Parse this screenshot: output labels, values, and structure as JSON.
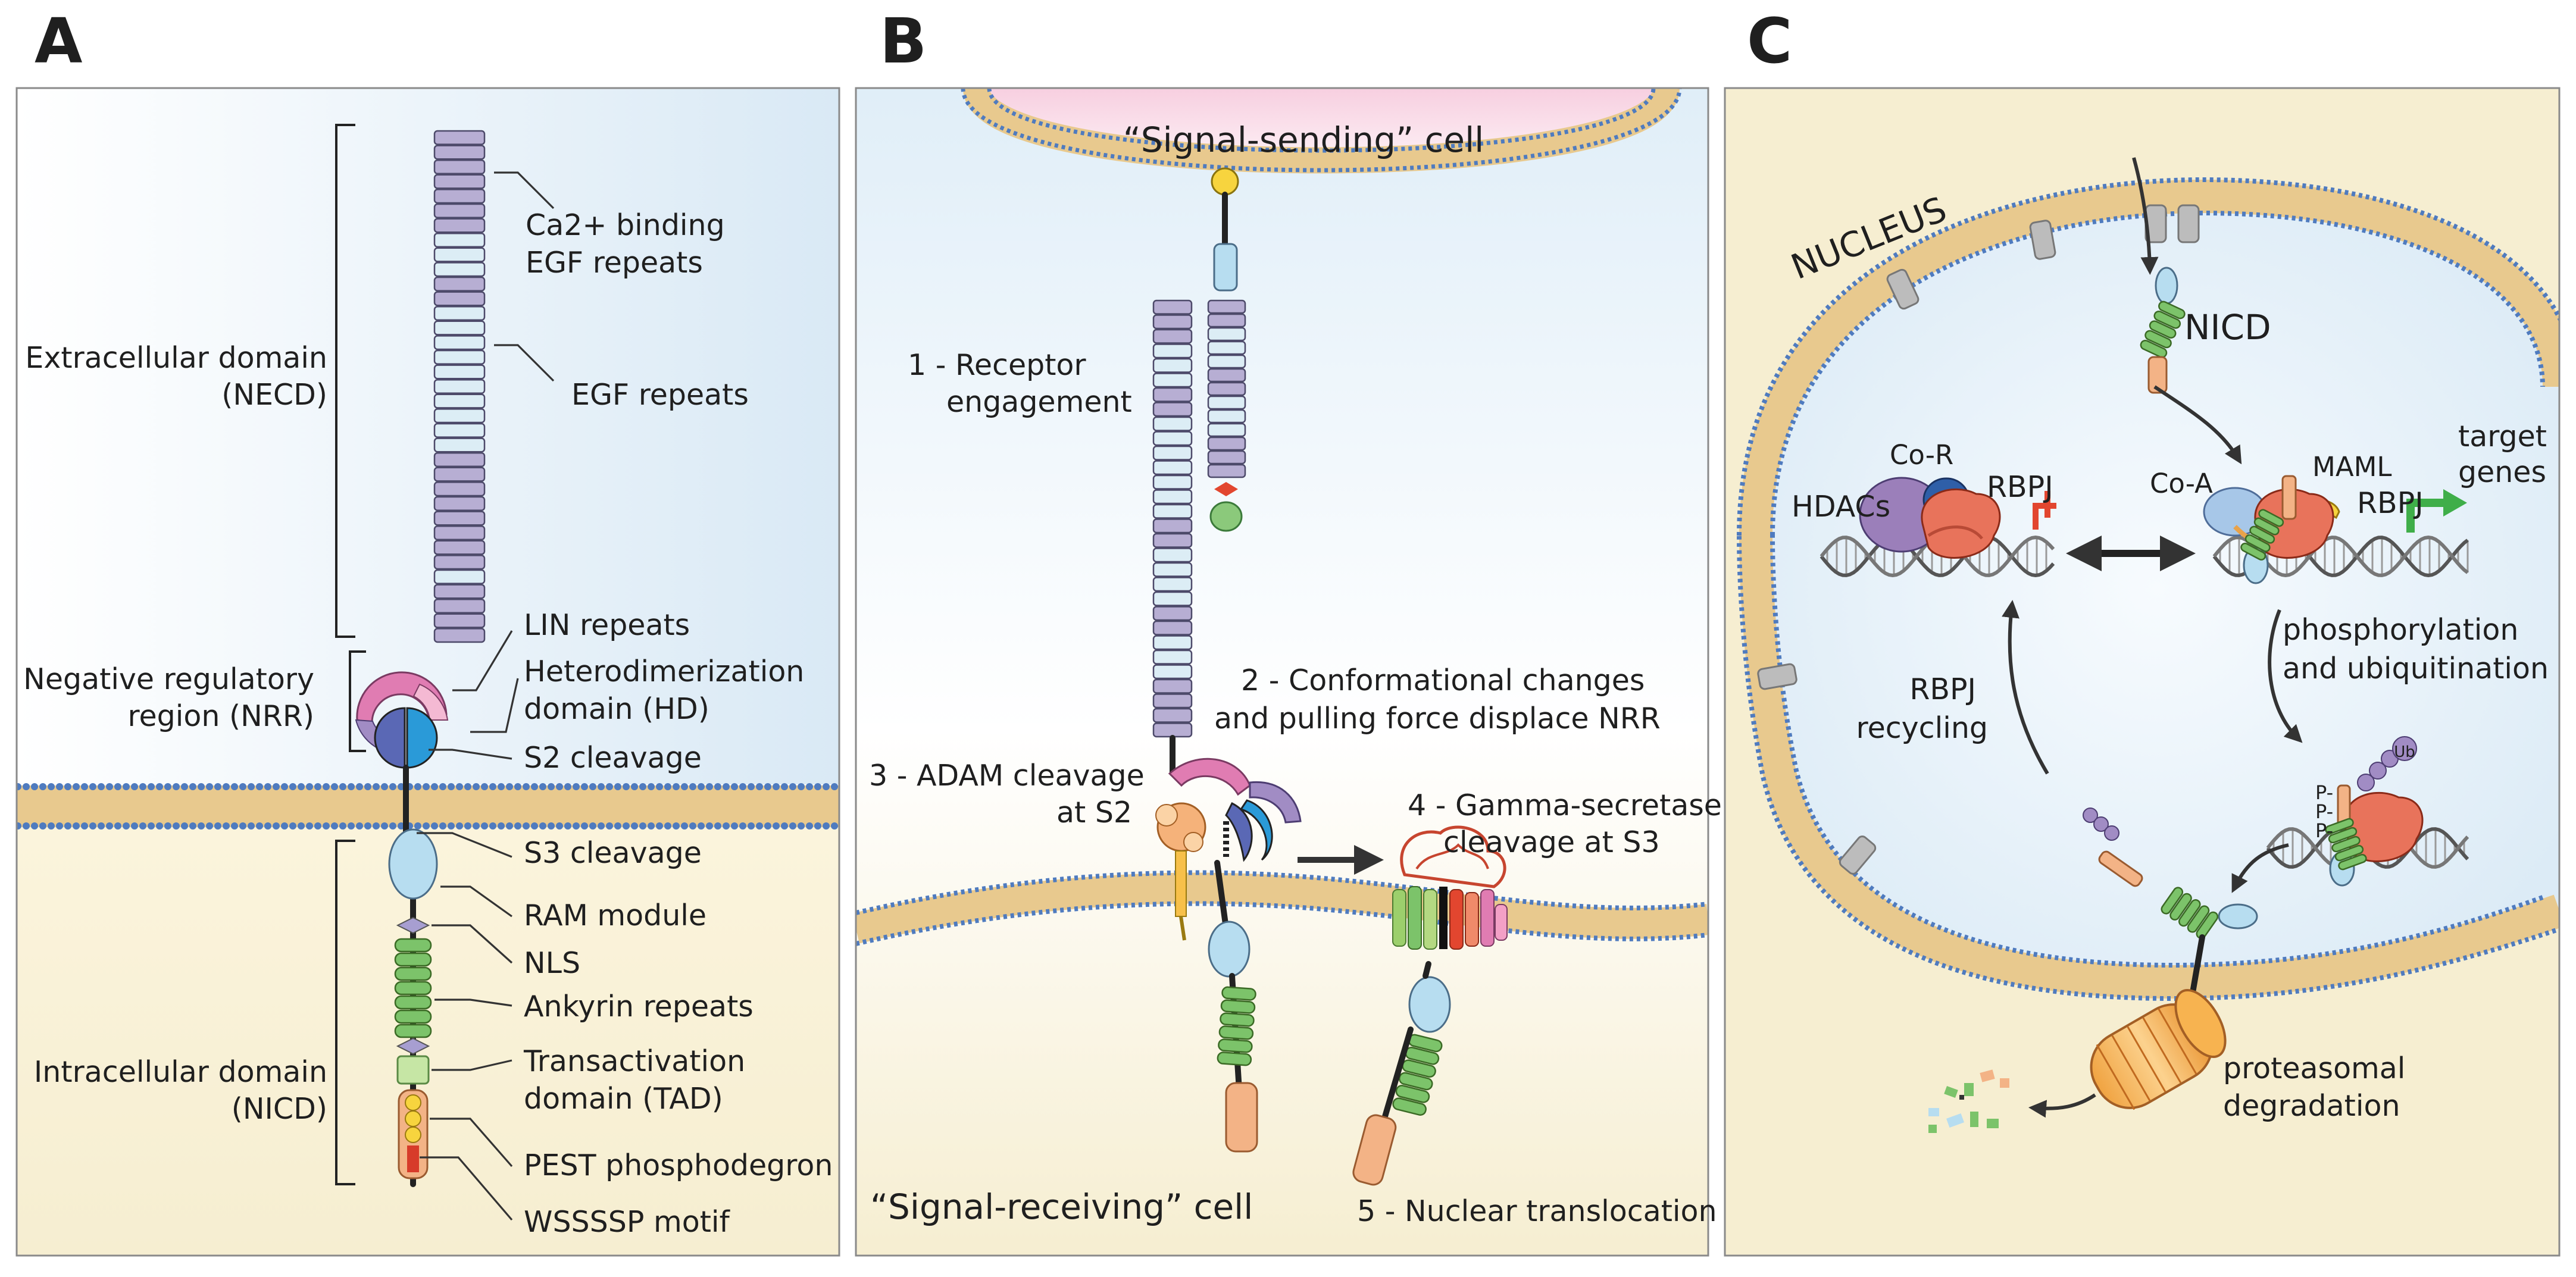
{
  "panels": {
    "a": {
      "letter": "A",
      "domain_labels": {
        "necd_line1": "Extracellular domain",
        "necd_line2": "(NECD)",
        "nrr_line1": "Negative regulatory",
        "nrr_line2": "region (NRR)",
        "nicd_line1": "Intracellular domain",
        "nicd_line2": "(NICD)"
      },
      "feature_labels": {
        "ca_line1": "Ca2+ binding",
        "ca_line2": "EGF repeats",
        "egf": "EGF repeats",
        "lin": "LIN repeats",
        "hd_line1": "Heterodimerization",
        "hd_line2": "domain (HD)",
        "s2": "S2 cleavage",
        "s3": "S3 cleavage",
        "ram": "RAM module",
        "nls": "NLS",
        "ankyrin": "Ankyrin repeats",
        "tad_line1": "Transactivation",
        "tad_line2": "domain (TAD)",
        "pest": "PEST phosphodegron",
        "wsssp": "WSSSSP motif"
      }
    },
    "b": {
      "letter": "B",
      "sending_cell": "“Signal-sending” cell",
      "receiving_cell": "“Signal-receiving” cell",
      "step1_line1": "1 - Receptor",
      "step1_line2": "engagement",
      "step2_line1": "2 - Conformational changes",
      "step2_line2": "and pulling force displace NRR",
      "step3_line1": "3 - ADAM cleavage",
      "step3_line2": "at S2",
      "step4_line1": "4 - Gamma-secretase",
      "step4_line2": "cleavage at S3",
      "step5": "5 - Nuclear translocation"
    },
    "c": {
      "letter": "C",
      "nucleus": "NUCLEUS",
      "nicd": "NICD",
      "co_r": "Co-R",
      "hdacs": "HDACs",
      "rbpj_repressed": "RBPJ",
      "co_a": "Co-A",
      "maml": "MAML",
      "rbpj_active": "RBPJ",
      "target_line1": "target",
      "target_line2": "genes",
      "phospho_line1": "phosphorylation",
      "phospho_line2": "and ubiquitination",
      "recycling_line1": "RBPJ",
      "recycling_line2": "recycling",
      "proteasome_line1": "proteasomal",
      "proteasome_line2": "degradation",
      "p_marks": [
        "P-",
        "P-",
        "P-"
      ],
      "ub": "Ub"
    }
  },
  "colors": {
    "egf_purple": "#b7aed3",
    "egf_light_blue": "#dcedf5",
    "lin_pink": "#e07cb2",
    "hd_blue": "#2a9ad8",
    "ram_blue": "#b7ddf0",
    "ankyrin_green": "#7cc36a",
    "tad_green": "#c6e6a5",
    "pest_orange": "#f3b386",
    "membrane_head": "#4f7bbf",
    "membrane_tail": "#e8c98e",
    "nucleus_bg": "#eef6fb",
    "cytoplasm_bg": "#fbf6e2",
    "rbpj_salmon": "#e8735b",
    "maml_yellow": "#f7d43e",
    "arrow_green": "#3fae49",
    "repress_red": "#e2462f"
  }
}
